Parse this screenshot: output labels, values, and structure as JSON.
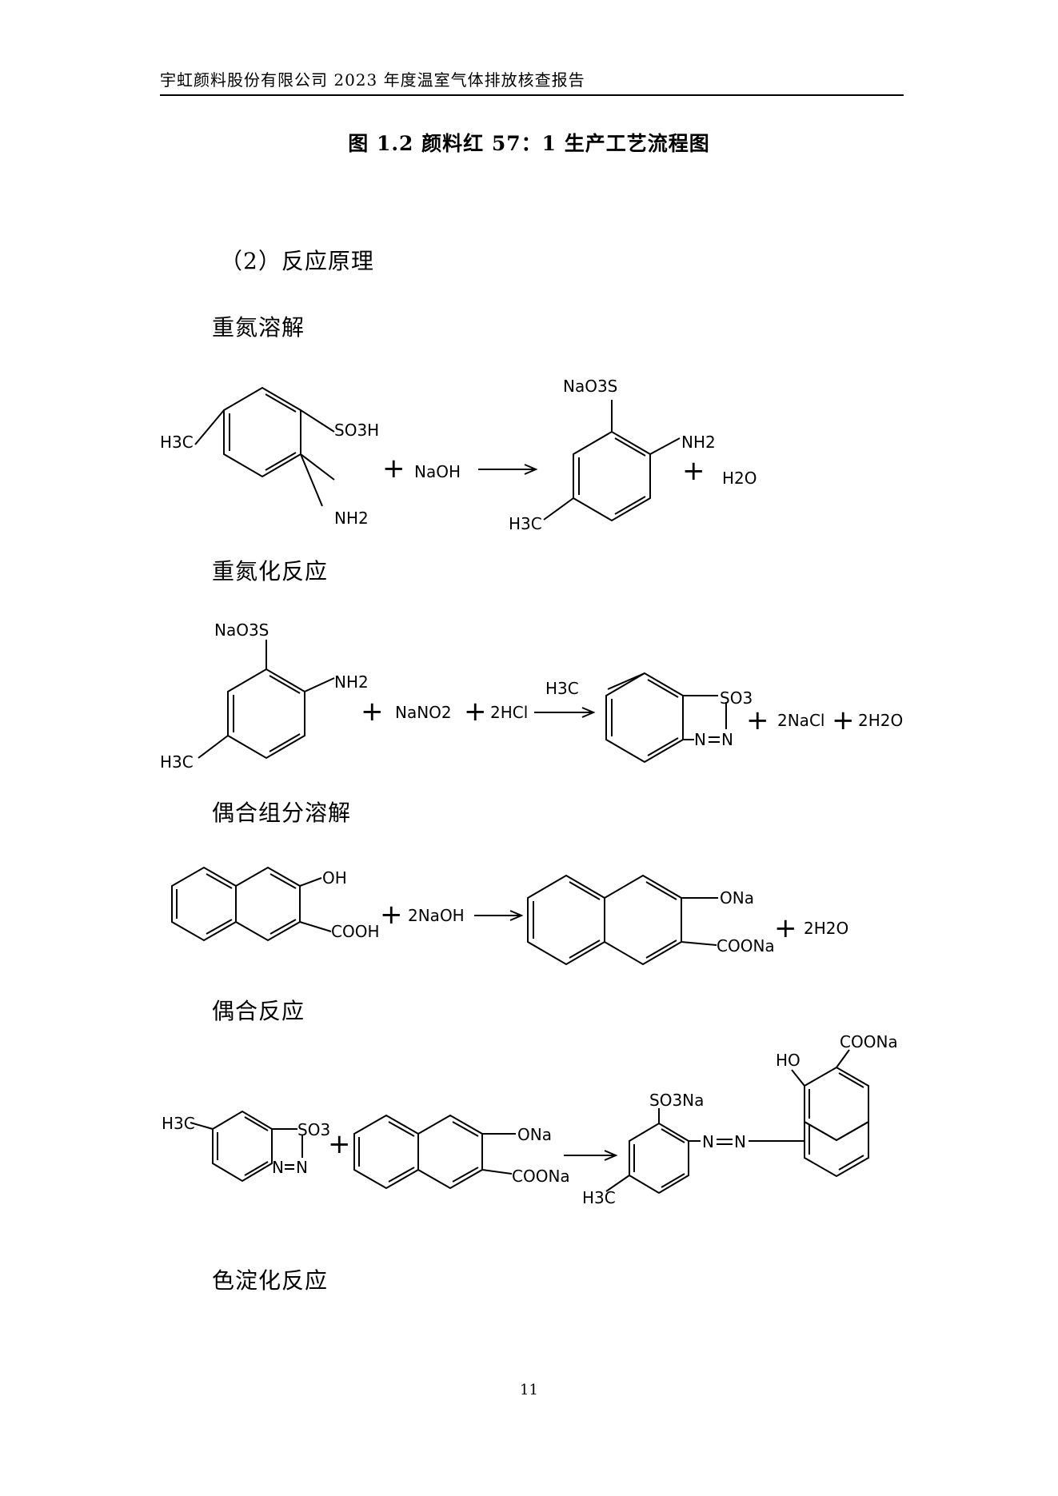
{
  "header": {
    "title": "宇虹颜料股份有限公司 2023 年度温室气体排放核查报告"
  },
  "figure_caption": "图 1.2      颜料红 57：1 生产工艺流程图",
  "section_title": "（2）反应原理",
  "reactions": [
    {
      "title": "重氮溶解",
      "labels": {
        "r1_ch3": "H3C",
        "r1_so3h": "SO3H",
        "r1_nh2": "NH2",
        "plus": "+",
        "naoh": "NaOH",
        "p_naso3": "NaO3S",
        "p_nh2": "NH2",
        "p_ch3": "H3C",
        "h2o": "H2O"
      }
    },
    {
      "title": "重氮化反应",
      "labels": {
        "r_naso3": "NaO3S",
        "r_nh2": "NH2",
        "r_ch3": "H3C",
        "plus": "+",
        "nano2": "NaNO2",
        "hcl": "2HCl",
        "p_ch3": "H3C",
        "p_so3": "SO3",
        "p_n1": "N",
        "p_n2": "N",
        "nacl": "2NaCl",
        "h2o": "2H2O"
      }
    },
    {
      "title": "偶合组分溶解",
      "labels": {
        "r_oh": "OH",
        "r_cooh": "COOH",
        "plus": "+",
        "naoh": "2NaOH",
        "p_ona": "ONa",
        "p_coona": "COONa",
        "h2o": "2H2O"
      }
    },
    {
      "title": "偶合反应",
      "labels": {
        "a_ch3": "H3C",
        "a_so3": "SO3",
        "a_n1": "N",
        "a_n2": "N",
        "plus": "+",
        "b_ona": "ONa",
        "b_coona": "COONa",
        "p_so3na": "SO3Na",
        "p_ch3": "H3C",
        "p_n1": "N",
        "p_n2": "N",
        "p_ho": "HO",
        "p_coona": "COONa"
      }
    },
    {
      "title": "色淀化反应"
    }
  ],
  "page_number": "11"
}
